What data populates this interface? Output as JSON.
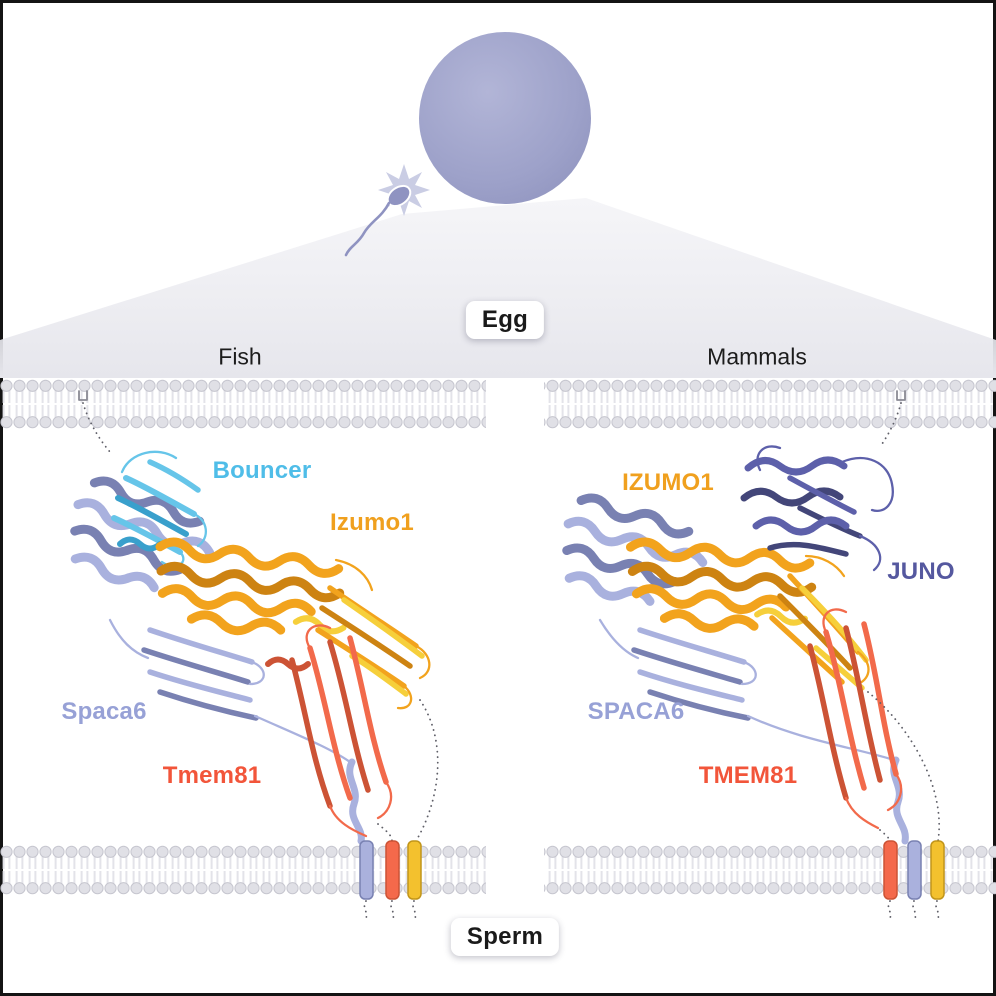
{
  "labels": {
    "egg": "Egg",
    "sperm": "Sperm"
  },
  "panels": {
    "fish": {
      "title": "Fish",
      "proteins": [
        {
          "name": "Bouncer",
          "color": "#4fbde8"
        },
        {
          "name": "Izumo1",
          "color": "#f0a01e"
        },
        {
          "name": "Spaca6",
          "color": "#97a1d6"
        },
        {
          "name": "Tmem81",
          "color": "#f2553a"
        }
      ]
    },
    "mammals": {
      "title": "Mammals",
      "proteins": [
        {
          "name": "IZUMO1",
          "color": "#f0a01e"
        },
        {
          "name": "JUNO",
          "color": "#55589f"
        },
        {
          "name": "SPACA6",
          "color": "#97a1d6"
        },
        {
          "name": "TMEM81",
          "color": "#f2553a"
        }
      ]
    }
  },
  "colors": {
    "egg_cell": "#9b9fc7",
    "membrane_lipid": "#e1e1e7",
    "background_cone": "#e9e9ee",
    "tm_lavender": "#aab1dd",
    "tm_red": "#f4694b",
    "tm_yellow": "#f3c12e",
    "ribbon_cyan": "#66c5e9",
    "ribbon_orange": "#f2a31d",
    "ribbon_yellow": "#f6cf3b",
    "ribbon_lavender": "#a9b1de",
    "ribbon_salmon": "#f26a4b",
    "ribbon_purple": "#5d60aa"
  }
}
